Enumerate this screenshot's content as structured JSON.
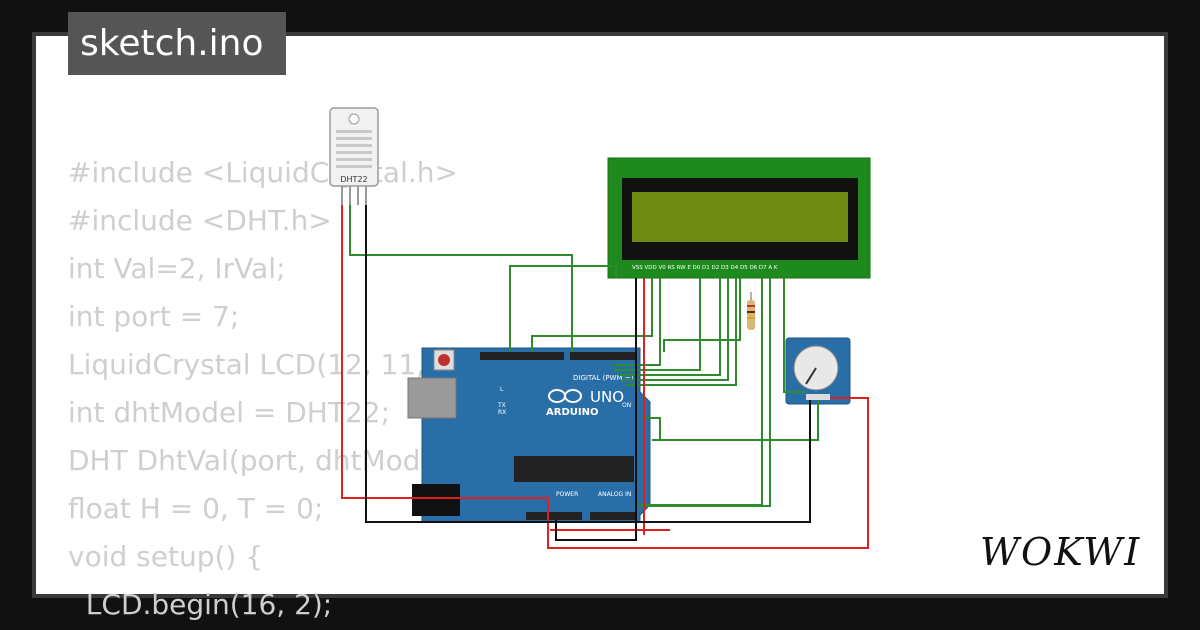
{
  "tab": {
    "title": "sketch.ino"
  },
  "code_lines": [
    "#include <LiquidCrystal.h>",
    "#include <DHT.h>",
    "int Val=2, IrVal;",
    "int port = 7;",
    "LiquidCrystal LCD(12, 11, 5, 4, 3, 2);",
    "int dhtModel = DHT22;",
    "DHT DhtVal(port, dhtModel);",
    "float H = 0, T = 0;",
    "void setup() {",
    "  LCD.begin(16, 2);"
  ],
  "components": {
    "dht": {
      "label": "DHT22"
    },
    "arduino": {
      "brand": "ARDUINO",
      "model": "UNO",
      "digital_label": "DIGITAL (PWM ~)",
      "power_label": "POWER",
      "analog_label": "ANALOG IN",
      "on_label": "ON",
      "tx": "TX",
      "rx": "RX",
      "l": "L"
    },
    "lcd": {
      "pins_label": "VSS VDD V0 RS RW E D0 D1 D2 D3 D4 D5 D6 D7 A K"
    }
  },
  "brand": {
    "name": "WOKWI"
  },
  "colors": {
    "wire_green": "#2e8b2e",
    "wire_red": "#e02020",
    "wire_black": "#111111",
    "board_blue": "#2a6ea8",
    "lcd_green": "#1e8a1e"
  }
}
